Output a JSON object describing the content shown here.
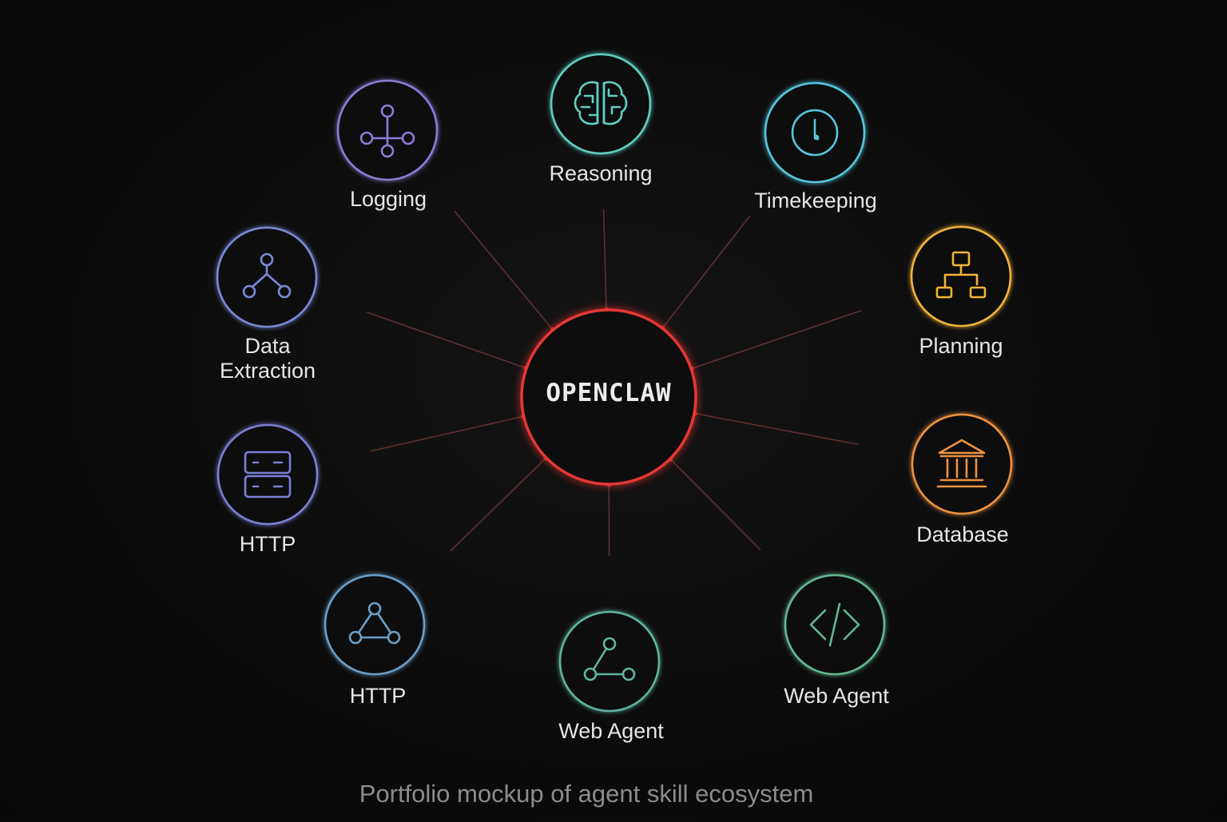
{
  "hub": {
    "label": "OPENCLAW",
    "color": "#e53935"
  },
  "caption": "Portfolio mockup of agent skill ecosystem",
  "nodes": [
    {
      "id": "reasoning",
      "label": "Reasoning",
      "icon": "brain-icon",
      "color": "#5fd0c0"
    },
    {
      "id": "timekeeping",
      "label": "Timekeeping",
      "icon": "clock-icon",
      "color": "#56c6dc"
    },
    {
      "id": "planning",
      "label": "Planning",
      "icon": "flowchart-icon",
      "color": "#f0b43a"
    },
    {
      "id": "database",
      "label": "Database",
      "icon": "building-columns-icon",
      "color": "#ee9140"
    },
    {
      "id": "web-agent-right",
      "label": "Web Agent",
      "icon": "code-icon",
      "color": "#63b892"
    },
    {
      "id": "web-agent-bottom",
      "label": "Web Agent",
      "icon": "graph-icon",
      "color": "#5fb5a0"
    },
    {
      "id": "http-bottom",
      "label": "HTTP",
      "icon": "triangle-graph-icon",
      "color": "#6a9fc8"
    },
    {
      "id": "http-left",
      "label": "HTTP",
      "icon": "server-icon",
      "color": "#7b7fd6"
    },
    {
      "id": "data-extraction",
      "label": "Data\nExtraction",
      "icon": "branch-icon",
      "color": "#7a8ad8"
    },
    {
      "id": "logging",
      "label": "Logging",
      "icon": "network-icon",
      "color": "#8f7ad8"
    }
  ]
}
